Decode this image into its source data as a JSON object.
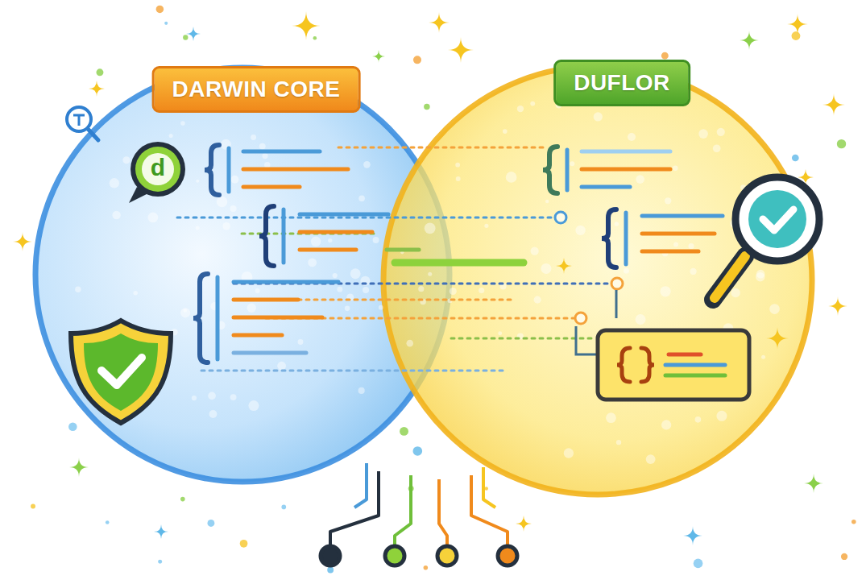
{
  "diagram": {
    "nodes": [
      {
        "text": [
          "DARWIN CORE"
        ]
      },
      {
        "text": [
          "DUFLOR"
        ]
      }
    ],
    "labels": [
      "d"
    ]
  }
}
